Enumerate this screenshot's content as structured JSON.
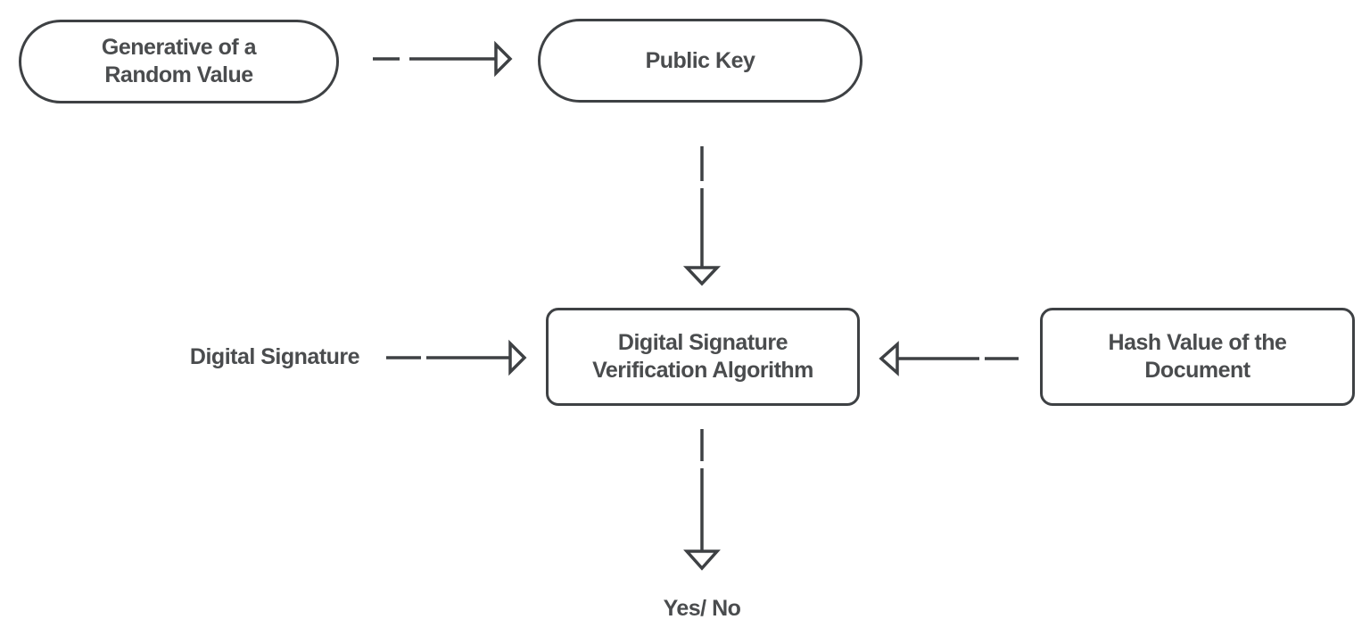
{
  "diagram": {
    "type": "flowchart",
    "subject": "digital-signature-verification",
    "background_color": "#ffffff",
    "stroke_color": "#3e4144",
    "text_color": "#4a4c4e",
    "nodes": {
      "random_value": {
        "shape": "pill",
        "label": "Generative of a\nRandom Value"
      },
      "public_key": {
        "shape": "pill",
        "label": "Public Key"
      },
      "verification_algorithm": {
        "shape": "rounded-rect",
        "label": "Digital Signature\nVerification Algorithm"
      },
      "hash_value": {
        "shape": "rounded-rect",
        "label": "Hash Value of the\nDocument"
      },
      "digital_signature": {
        "shape": "text",
        "label": "Digital Signature"
      },
      "result": {
        "shape": "text",
        "label": "Yes/ No"
      }
    },
    "edges": [
      {
        "from": "random_value",
        "to": "public_key",
        "direction": "right",
        "style": "dashed",
        "arrowhead": "open-triangle"
      },
      {
        "from": "public_key",
        "to": "verification_algorithm",
        "direction": "down",
        "style": "dashed",
        "arrowhead": "open-triangle"
      },
      {
        "from": "digital_signature",
        "to": "verification_algorithm",
        "direction": "right",
        "style": "dashed",
        "arrowhead": "open-triangle"
      },
      {
        "from": "hash_value",
        "to": "verification_algorithm",
        "direction": "left",
        "style": "dashed",
        "arrowhead": "open-triangle"
      },
      {
        "from": "verification_algorithm",
        "to": "result",
        "direction": "down",
        "style": "dashed",
        "arrowhead": "open-triangle"
      }
    ]
  }
}
